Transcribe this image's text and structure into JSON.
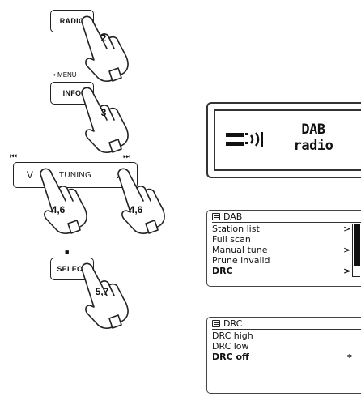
{
  "buttons": {
    "radio": "RADIO",
    "info": "INFO",
    "menu_label": "• MENU",
    "tuning": "TUNING",
    "tuning_down": "V",
    "tuning_up": "Λ",
    "select": "SELECT",
    "skip_back": "⏮",
    "skip_fwd": "⏭",
    "stop": "■"
  },
  "steps": {
    "radio": "2",
    "info": "3",
    "tuning_left": "4,6",
    "tuning_right": "4,6",
    "select": "5,7"
  },
  "display1": {
    "line1": "DAB",
    "line2": "radio",
    "icon": "radio-signal-icon"
  },
  "display2": {
    "title": "DAB",
    "items": [
      {
        "label": "Station list",
        "arrow": ">"
      },
      {
        "label": "Full scan",
        "arrow": ""
      },
      {
        "label": "Manual tune",
        "arrow": ">"
      },
      {
        "label": "Prune invalid",
        "arrow": ""
      },
      {
        "label": "DRC",
        "arrow": ">"
      }
    ]
  },
  "display3": {
    "title": "DRC",
    "items": [
      {
        "label": "DRC high",
        "mark": ""
      },
      {
        "label": "DRC low",
        "mark": ""
      },
      {
        "label": "DRC off",
        "mark": "*"
      }
    ]
  }
}
